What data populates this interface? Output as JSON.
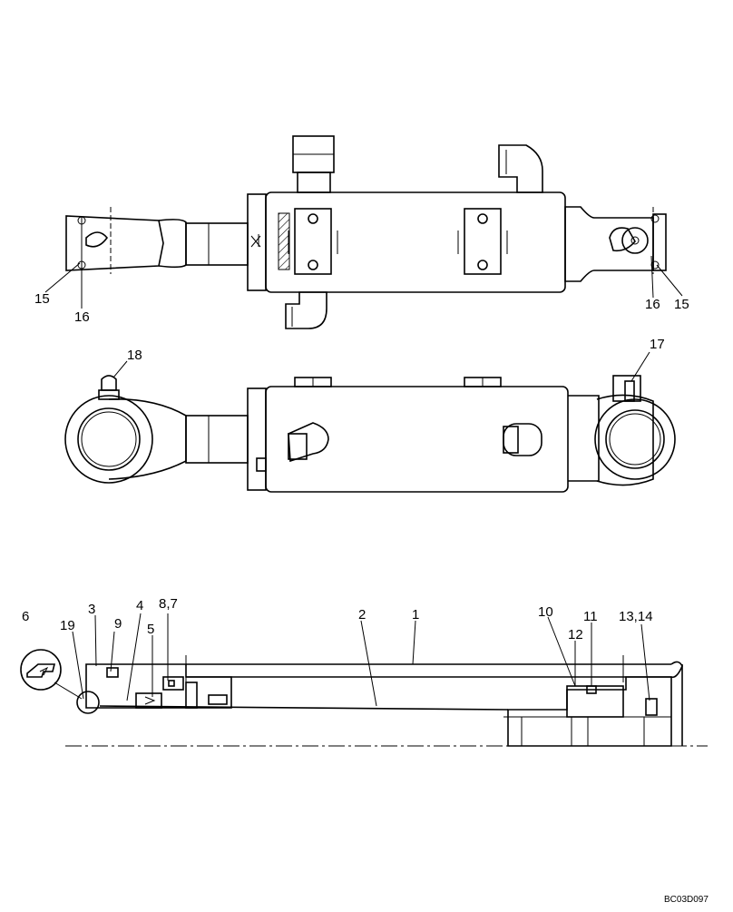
{
  "diagram": {
    "views": [
      "top-view",
      "side-view",
      "section-view"
    ],
    "callouts": {
      "c15a": "15",
      "c16a": "16",
      "c16b": "16",
      "c15b": "15",
      "c18": "18",
      "c17": "17",
      "c6": "6",
      "c3": "3",
      "c19": "19",
      "c9": "9",
      "c4": "4",
      "c5": "5",
      "c87": "8,7",
      "c2": "2",
      "c1": "1",
      "c10": "10",
      "c12": "12",
      "c11": "11",
      "c1314": "13,14"
    },
    "figure_code": "BC03D097"
  }
}
